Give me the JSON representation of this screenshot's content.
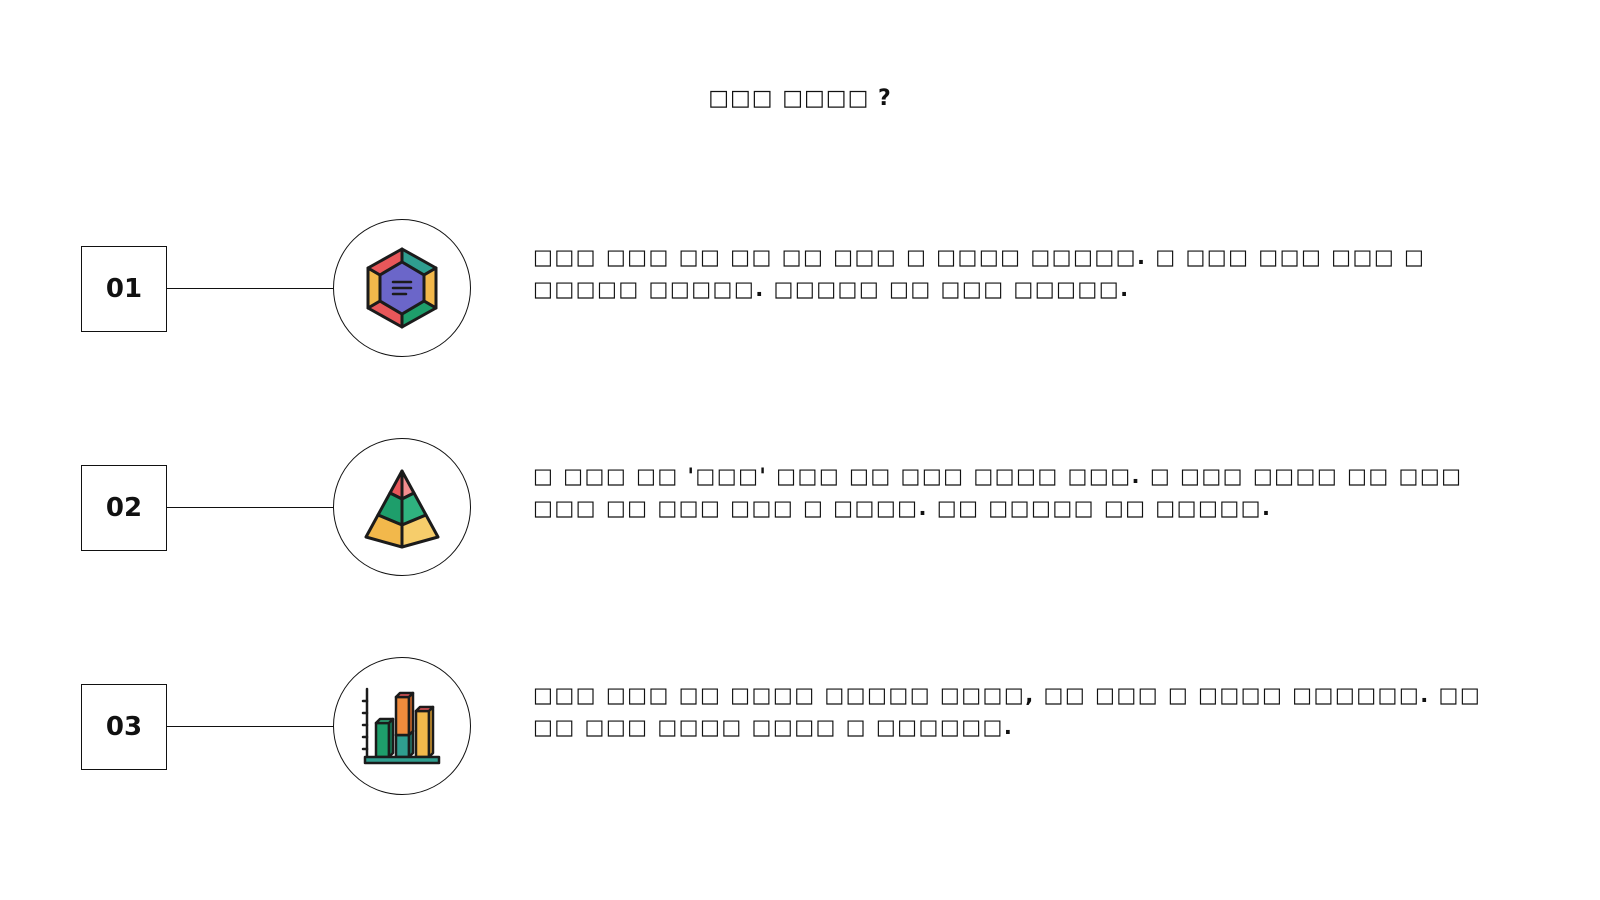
{
  "title": "□□□ □□□□ ?",
  "items": [
    {
      "number": "01",
      "icon": "hexagon-document-icon",
      "text": "□□□ □□□ □□ □□ □□ □□□ □ □□□□ □□□□□. □ □□□ □□□ □□□ □ □□□□□ □□□□□. □□□□□ □□ □□□ □□□□□."
    },
    {
      "number": "02",
      "icon": "pyramid-icon",
      "text": "□ □□□ □□ '□□□' □□□ □□ □□□ □□□□ □□□. □ □□□ □□□□ □□ □□□ □□□ □□ □□□ □□□ □ □□□□. □□ □□□□□ □□ □□□□□."
    },
    {
      "number": "03",
      "icon": "bar-chart-icon",
      "text": "□□□ □□□ □□ □□□□ □□□□□ □□□□, □□ □□□ □ □□□□ □□□□□□. □□ □□ □□□ □□□□ □□□□ □ □□□□□□."
    }
  ],
  "colors": {
    "line": "#111111",
    "teal": "#2f9e8f",
    "red": "#e8575a",
    "yellow": "#f2b84b",
    "orange": "#f08b3c",
    "purple": "#6b66c9",
    "green": "#1e9e6b"
  }
}
